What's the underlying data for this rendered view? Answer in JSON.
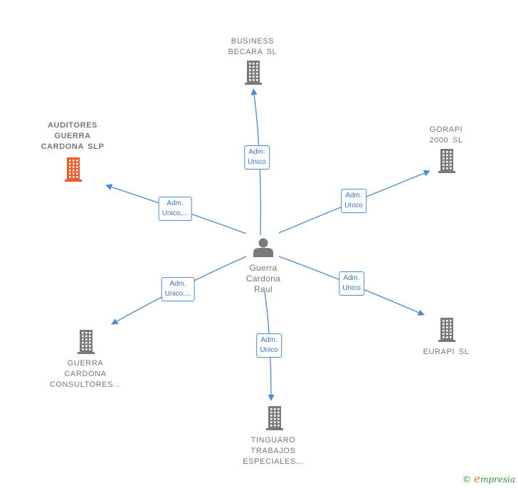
{
  "center": {
    "name_lines": [
      "Guerra",
      "Cardona",
      "Raul"
    ],
    "icon": "person-icon"
  },
  "colors": {
    "edge": "#4a8ad6",
    "building": "#7a7a7a",
    "highlight": "#f05a28",
    "person": "#7a7a7a"
  },
  "nodes": [
    {
      "id": "business-becara",
      "lines": [
        "BUSINESS",
        "BECARA  SL"
      ],
      "highlight": false,
      "icon": "building-icon"
    },
    {
      "id": "gorapi-2000",
      "lines": [
        "GORAPI",
        "2000  SL"
      ],
      "highlight": false,
      "icon": "building-icon"
    },
    {
      "id": "eurapi",
      "lines": [
        "EURAPI  SL"
      ],
      "highlight": false,
      "icon": "building-icon"
    },
    {
      "id": "tinguaro",
      "lines": [
        "TINGUARO",
        "TRABAJOS",
        "ESPECIALES..."
      ],
      "highlight": false,
      "icon": "building-icon"
    },
    {
      "id": "guerra-cardona-consultores",
      "lines": [
        "GUERRA",
        "CARDONA",
        "CONSULTORES..."
      ],
      "highlight": false,
      "icon": "building-icon"
    },
    {
      "id": "auditores-guerra",
      "lines": [
        "AUDITORES",
        "GUERRA",
        "CARDONA  SLP"
      ],
      "highlight": true,
      "icon": "building-icon"
    }
  ],
  "edges": [
    {
      "target": "business-becara",
      "lines": [
        "Adm.",
        "Unico"
      ]
    },
    {
      "target": "gorapi-2000",
      "lines": [
        "Adm.",
        "Unico"
      ]
    },
    {
      "target": "eurapi",
      "lines": [
        "Adm.",
        "Unico"
      ]
    },
    {
      "target": "tinguaro",
      "lines": [
        "Adm.",
        "Unico"
      ]
    },
    {
      "target": "guerra-cardona-consultores",
      "lines": [
        "Adm.",
        "Unico,..."
      ]
    },
    {
      "target": "auditores-guerra",
      "lines": [
        "Adm.",
        "Unico,..."
      ]
    }
  ],
  "brand": {
    "copyright": "©",
    "e": "e",
    "name": "mpresia"
  }
}
